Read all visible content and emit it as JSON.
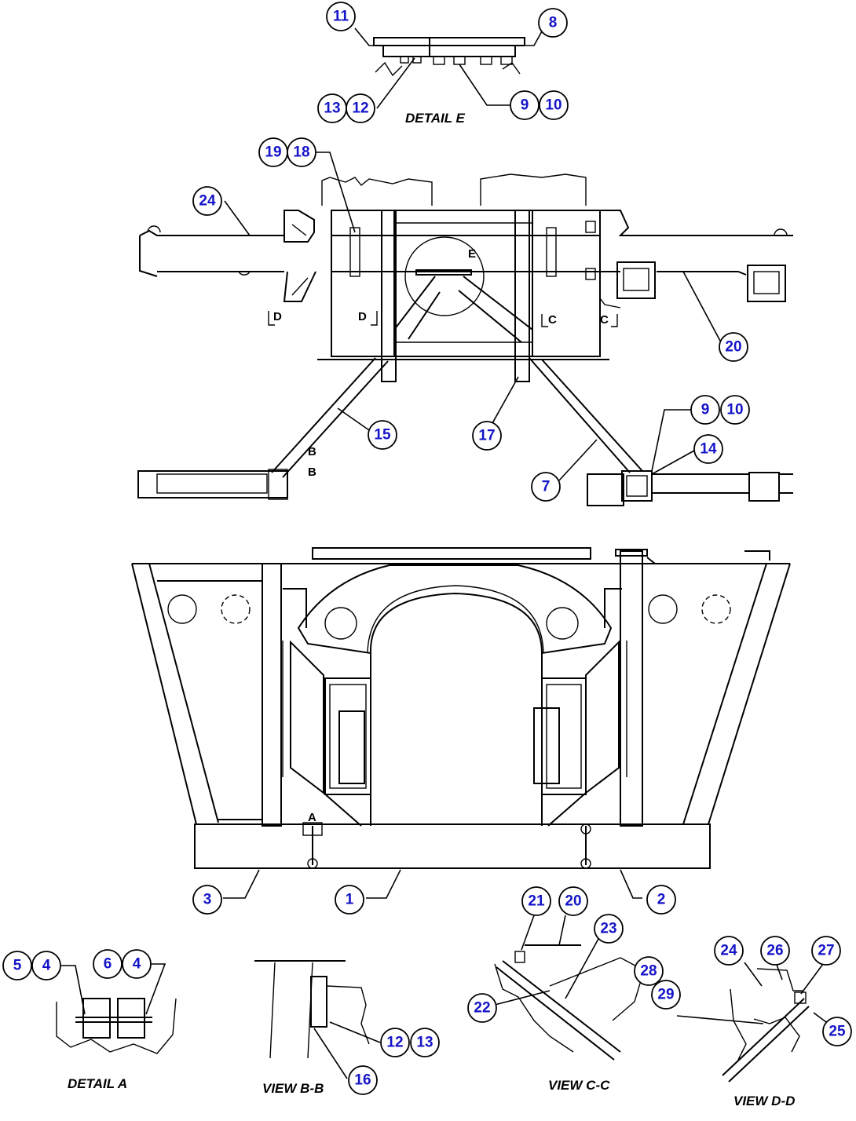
{
  "callouts": [
    {
      "label": "11"
    },
    {
      "label": "8"
    },
    {
      "label": "13"
    },
    {
      "label": "12"
    },
    {
      "label": "9"
    },
    {
      "label": "10"
    },
    {
      "label": "19"
    },
    {
      "label": "18"
    },
    {
      "label": "24"
    },
    {
      "label": "20"
    },
    {
      "label": "15"
    },
    {
      "label": "17"
    },
    {
      "label": "9"
    },
    {
      "label": "10"
    },
    {
      "label": "14"
    },
    {
      "label": "7"
    },
    {
      "label": "3"
    },
    {
      "label": "1"
    },
    {
      "label": "2"
    },
    {
      "label": "21"
    },
    {
      "label": "20"
    },
    {
      "label": "23"
    },
    {
      "label": "28"
    },
    {
      "label": "29"
    },
    {
      "label": "22"
    },
    {
      "label": "24"
    },
    {
      "label": "26"
    },
    {
      "label": "27"
    },
    {
      "label": "25"
    },
    {
      "label": "5"
    },
    {
      "label": "4"
    },
    {
      "label": "6"
    },
    {
      "label": "4"
    },
    {
      "label": "12"
    },
    {
      "label": "13"
    },
    {
      "label": "16"
    }
  ],
  "view_labels": {
    "detail_e": "DETAIL E",
    "detail_a": "DETAIL A",
    "view_bb": "VIEW  B-B",
    "view_cc": "VIEW C-C",
    "view_dd": "VIEW D-D"
  },
  "section_markers": {
    "e": "E",
    "d_left": "D",
    "d_right": "D",
    "c_left": "C",
    "c_right": "C",
    "b_top": "B",
    "b_bottom": "B",
    "a": "A"
  },
  "colors": {
    "callout_text": "#1414c8",
    "line": "#000000",
    "background": "#ffffff"
  }
}
